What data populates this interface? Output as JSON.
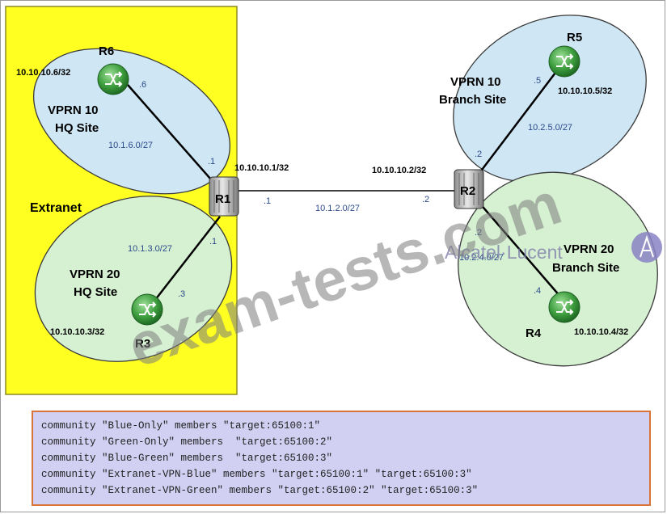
{
  "extranet_label": "Extranet",
  "routers": {
    "r1": {
      "name": "R1",
      "loopback": "10.10.10.1/32"
    },
    "r2": {
      "name": "R2",
      "loopback": "10.10.10.2/32"
    },
    "r3": {
      "name": "R3",
      "loopback": "10.10.10.3/32",
      "host": ".3"
    },
    "r4": {
      "name": "R4",
      "loopback": "10.10.10.4/32",
      "host": ".4"
    },
    "r5": {
      "name": "R5",
      "loopback": "10.10.10.5/32",
      "host": ".5"
    },
    "r6": {
      "name": "R6",
      "loopback": "10.10.10.6/32",
      "host": ".6"
    }
  },
  "sites": {
    "vprn10_hq": {
      "line1": "VPRN 10",
      "line2": "HQ Site"
    },
    "vprn20_hq": {
      "line1": "VPRN 20",
      "line2": "HQ Site"
    },
    "vprn10_branch": {
      "line1": "VPRN 10",
      "line2": "Branch Site"
    },
    "vprn20_branch": {
      "line1": "VPRN 20",
      "line2": "Branch Site"
    }
  },
  "links": {
    "r1_r6": {
      "subnet": "10.1.6.0/27",
      "r1_host": ".1"
    },
    "r1_r3": {
      "subnet": "10.1.3.0/27",
      "r1_host": ".1"
    },
    "r1_r2": {
      "subnet": "10.1.2.0/27",
      "r1_host": ".1",
      "r2_host": ".2"
    },
    "r2_r5": {
      "subnet": "10.2.5.0/27",
      "r2_host": ".2"
    },
    "r2_r4": {
      "subnet": "10.2.4.0/27",
      "r2_host": ".2"
    }
  },
  "brand": "Alcatel·Lucent",
  "watermark": "exam-tests.com",
  "communities": [
    "community \"Blue-Only\" members \"target:65100:1\"",
    "community \"Green-Only\" members  \"target:65100:2\"",
    "community \"Blue-Green\" members  \"target:65100:3\"",
    "community \"Extranet-VPN-Blue\" members \"target:65100:1\" \"target:65100:3\"",
    "community \"Extranet-VPN-Green\" members \"target:65100:2\" \"target:65100:3\""
  ],
  "colors": {
    "extranet_fill": "#ffff22",
    "blue_site_fill": "#cfe6f4",
    "green_site_fill": "#d6f0d2",
    "router_green": "#3f9f3f",
    "code_bg": "#d2d0f2",
    "code_border": "#d8743a"
  }
}
